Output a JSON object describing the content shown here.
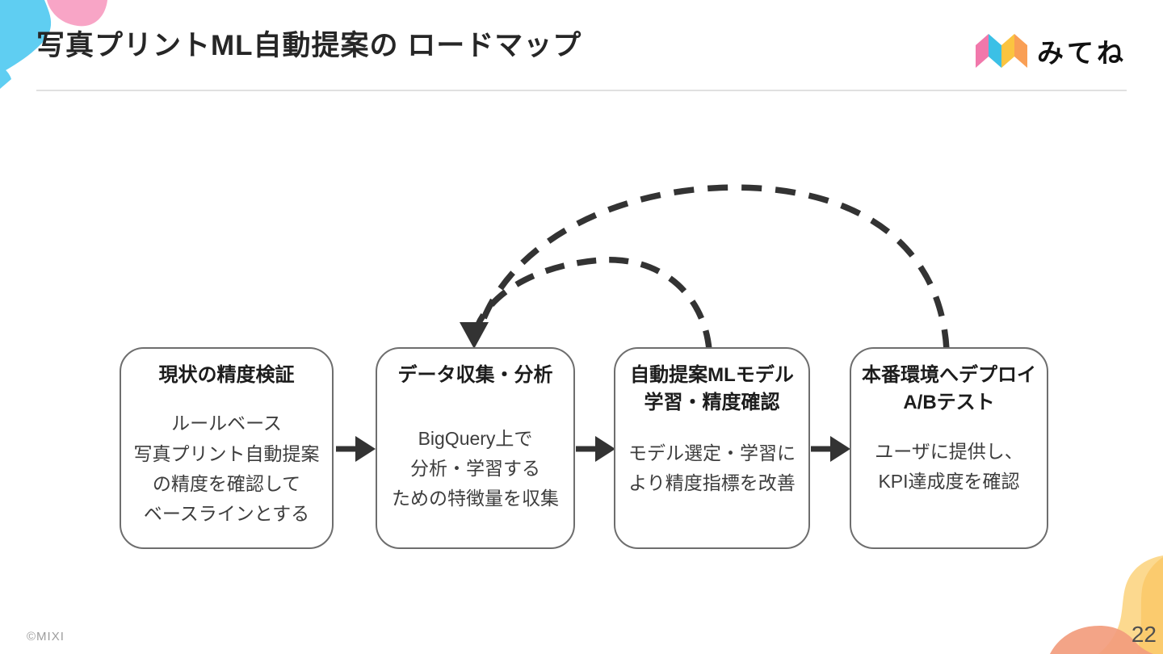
{
  "slide": {
    "title": "写真プリントML自動提案の ロードマップ",
    "page_number": "22",
    "copyright": "©MIXI"
  },
  "logo": {
    "text": "みてね",
    "icon": "mitene-folded-map-icon",
    "icon_colors": {
      "pink": "#F178AB",
      "blue": "#3BC0E6",
      "yellow": "#FBC440",
      "orange": "#F99F55"
    }
  },
  "decoration_colors": {
    "corner_cyan": "#5FCEF2",
    "corner_pink": "#F8A5C6",
    "corner_yellow_light": "#FCD98F",
    "corner_yellow": "#FAC35C",
    "corner_orange": "#F29C7D"
  },
  "diagram": {
    "arrow_color": "#333333",
    "steps": [
      {
        "title_line1": "現状の精度検証",
        "body_line1": "ルールベース",
        "body_line2": "写真プリント自動提案",
        "body_line3": "の精度を確認して",
        "body_line4": "ベースラインとする"
      },
      {
        "title_line1": "データ収集・分析",
        "body_line1": "BigQuery上で",
        "body_line2": "分析・学習する",
        "body_line3": "ための特徴量を収集"
      },
      {
        "title_line1": "自動提案MLモデル",
        "title_line2": "学習・精度確認",
        "body_line1": "モデル選定・学習に",
        "body_line2": "より精度指標を改善"
      },
      {
        "title_line1": "本番環境へデプロイ",
        "title_line2": "A/Bテスト",
        "body_line1": "ユーザに提供し、",
        "body_line2": "KPI達成度を確認"
      }
    ],
    "connections": [
      {
        "from": "step-1",
        "to": "step-2",
        "style": "solid"
      },
      {
        "from": "step-2",
        "to": "step-3",
        "style": "solid"
      },
      {
        "from": "step-3",
        "to": "step-4",
        "style": "solid"
      },
      {
        "from": "step-3",
        "to": "step-2",
        "style": "dashed-feedback"
      },
      {
        "from": "step-4",
        "to": "step-2",
        "style": "dashed-feedback"
      }
    ]
  }
}
